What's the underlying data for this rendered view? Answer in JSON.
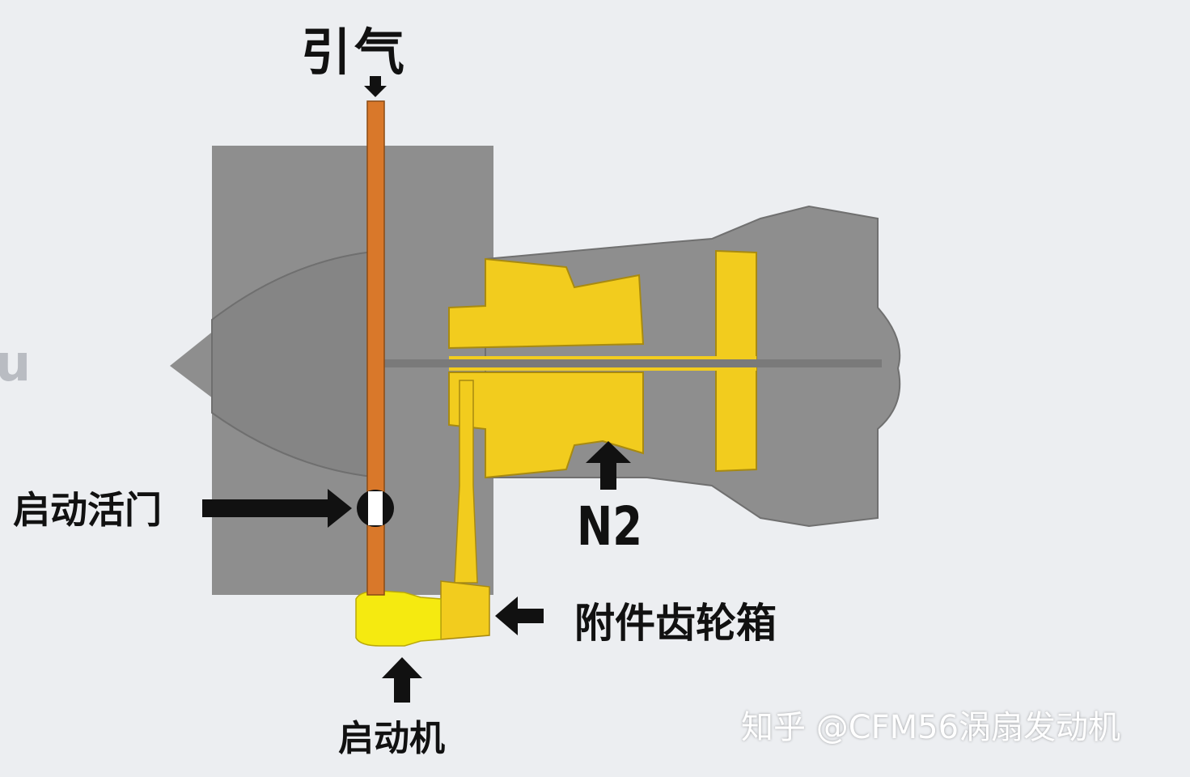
{
  "labels": {
    "bleed_air": "引气",
    "start_valve": "启动活门",
    "n2": "N2",
    "accessory_gearbox": "附件齿轮箱",
    "starter": "启动机",
    "edge_fragment": "u"
  },
  "watermark": "知乎 @CFM56涡扇发动机",
  "colors": {
    "background": "#eceef1",
    "engine_gray": "#8e8e8e",
    "n2_spool_yellow": "#f2cc1e",
    "starter_yellow": "#f5ea10",
    "bleed_pipe_orange": "#d9782a",
    "arrow": "#111111"
  }
}
